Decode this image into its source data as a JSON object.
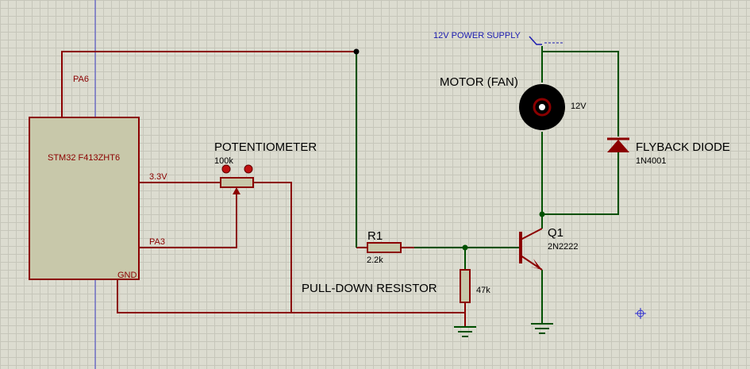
{
  "mcu": {
    "name": "STM32 F413ZHT6",
    "pin_pa6": "PA6",
    "pin_3v3": "3.3V",
    "pin_pa3": "PA3",
    "pin_gnd": "GND"
  },
  "potentiometer": {
    "title": "POTENTIOMETER",
    "value": "100k"
  },
  "power_supply": {
    "label": "12V POWER SUPPLY"
  },
  "motor": {
    "title": "MOTOR (FAN)",
    "voltage": "12V"
  },
  "flyback": {
    "title": "FLYBACK DIODE",
    "part": "1N4001"
  },
  "r1": {
    "ref": "R1",
    "value": "2.2k"
  },
  "q1": {
    "ref": "Q1",
    "part": "2N2222"
  },
  "pulldown": {
    "title": "PULL-DOWN RESISTOR",
    "value": "47k"
  },
  "colors": {
    "background": "#dcdcd0",
    "grid": "#c6c6ba",
    "wire_unrouted": "#8b0000",
    "wire_routed": "#005000",
    "component_fill": "#c8c8aa",
    "power_label": "#1b1bb0"
  }
}
